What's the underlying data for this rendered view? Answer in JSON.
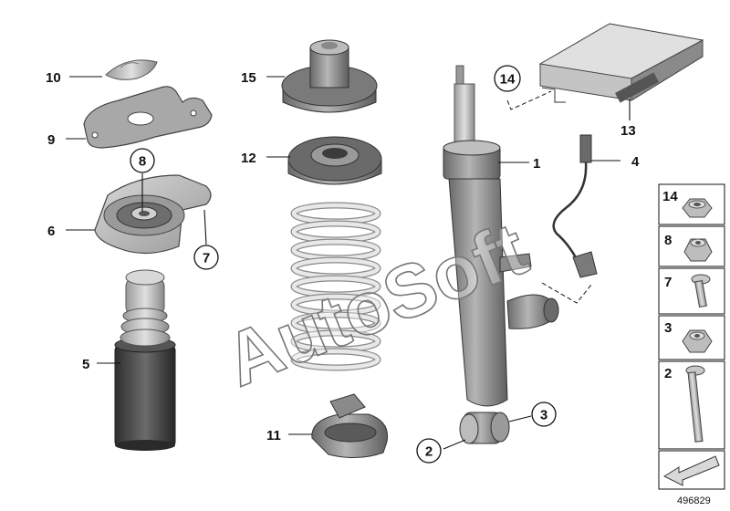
{
  "callouts": {
    "n1": "1",
    "n2": "2",
    "n3": "3",
    "n4": "4",
    "n5": "5",
    "n6": "6",
    "n7": "7",
    "n8": "8",
    "n9": "9",
    "n10": "10",
    "n11": "11",
    "n12": "12",
    "n13": "13",
    "n14": "14",
    "n15": "15"
  },
  "sidebar": {
    "items": [
      {
        "label": "14"
      },
      {
        "label": "8"
      },
      {
        "label": "7"
      },
      {
        "label": "3"
      },
      {
        "label": "2"
      }
    ]
  },
  "watermark": "AutoSoft",
  "diagram_number": "496829",
  "colors": {
    "part_dark": "#4a4a4a",
    "part_mid": "#8c8c8c",
    "part_light": "#c8c8c8",
    "spring": "#e8e8e8",
    "bumper": "#3a3a3a"
  }
}
